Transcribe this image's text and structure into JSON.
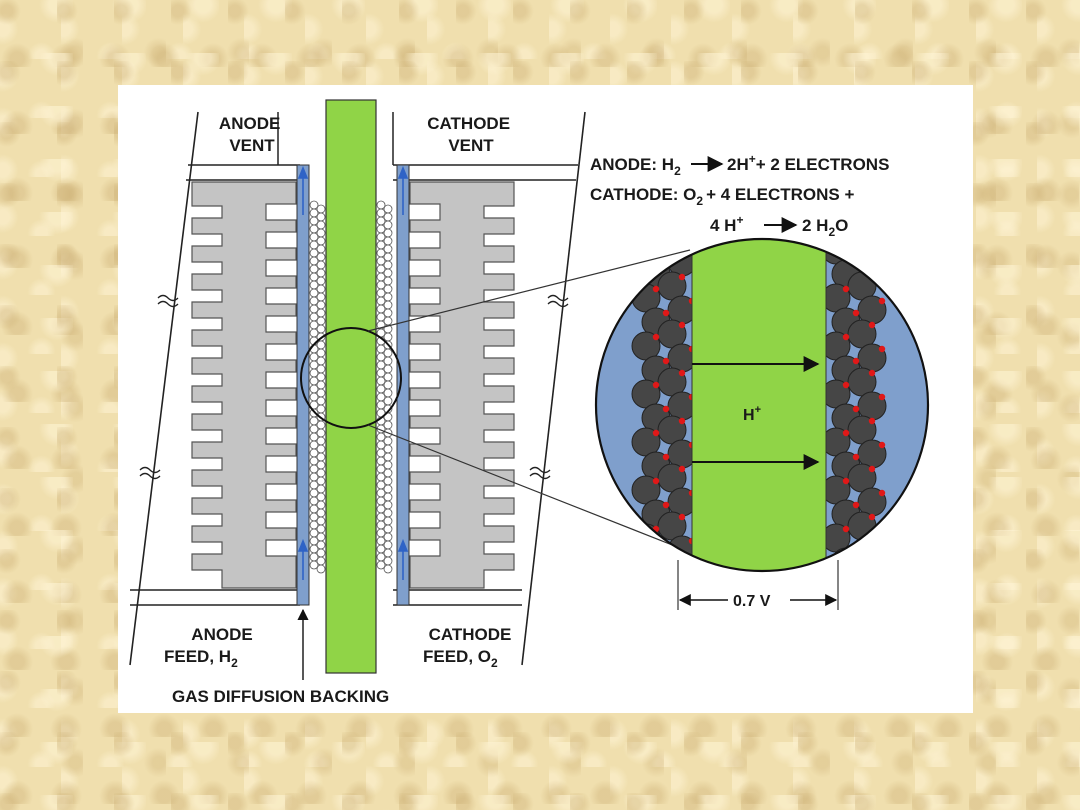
{
  "labels": {
    "anode_vent_1": "ANODE",
    "anode_vent_2": "VENT",
    "cathode_vent_1": "CATHODE",
    "cathode_vent_2": "VENT",
    "anode_feed_1": "ANODE",
    "anode_feed_2": "FEED, H",
    "anode_feed_sub": "2",
    "cathode_feed_1": "CATHODE",
    "cathode_feed_2": "FEED, O",
    "cathode_feed_sub": "2",
    "gas_diffusion_backing": "GAS DIFFUSION BACKING",
    "voltage": "0.7 V",
    "proton": "H",
    "proton_sup": "+"
  },
  "equations": {
    "anode_prefix": "ANODE:  H",
    "anode_h2_sub": "2",
    "anode_product": "2H",
    "anode_product_sup": "+",
    "anode_tail": "+ 2 ELECTRONS",
    "cathode_prefix": "CATHODE:  O",
    "cathode_o2_sub": "2",
    "cathode_tail": "+ 4 ELECTRONS +",
    "cathode_line2_prefix": "4 H",
    "cathode_line2_sup": "+",
    "cathode_water": "2 H",
    "cathode_water_sub": "2",
    "cathode_water_tail": "O"
  },
  "colors": {
    "membrane_green": "#90d447",
    "backing_blue": "#7f9fcc",
    "plate_gray": "#c4c4c4",
    "catalyst_dark": "#464646",
    "catalyst_red": "#e01818",
    "flow_arrow_blue": "#2f63c6"
  }
}
